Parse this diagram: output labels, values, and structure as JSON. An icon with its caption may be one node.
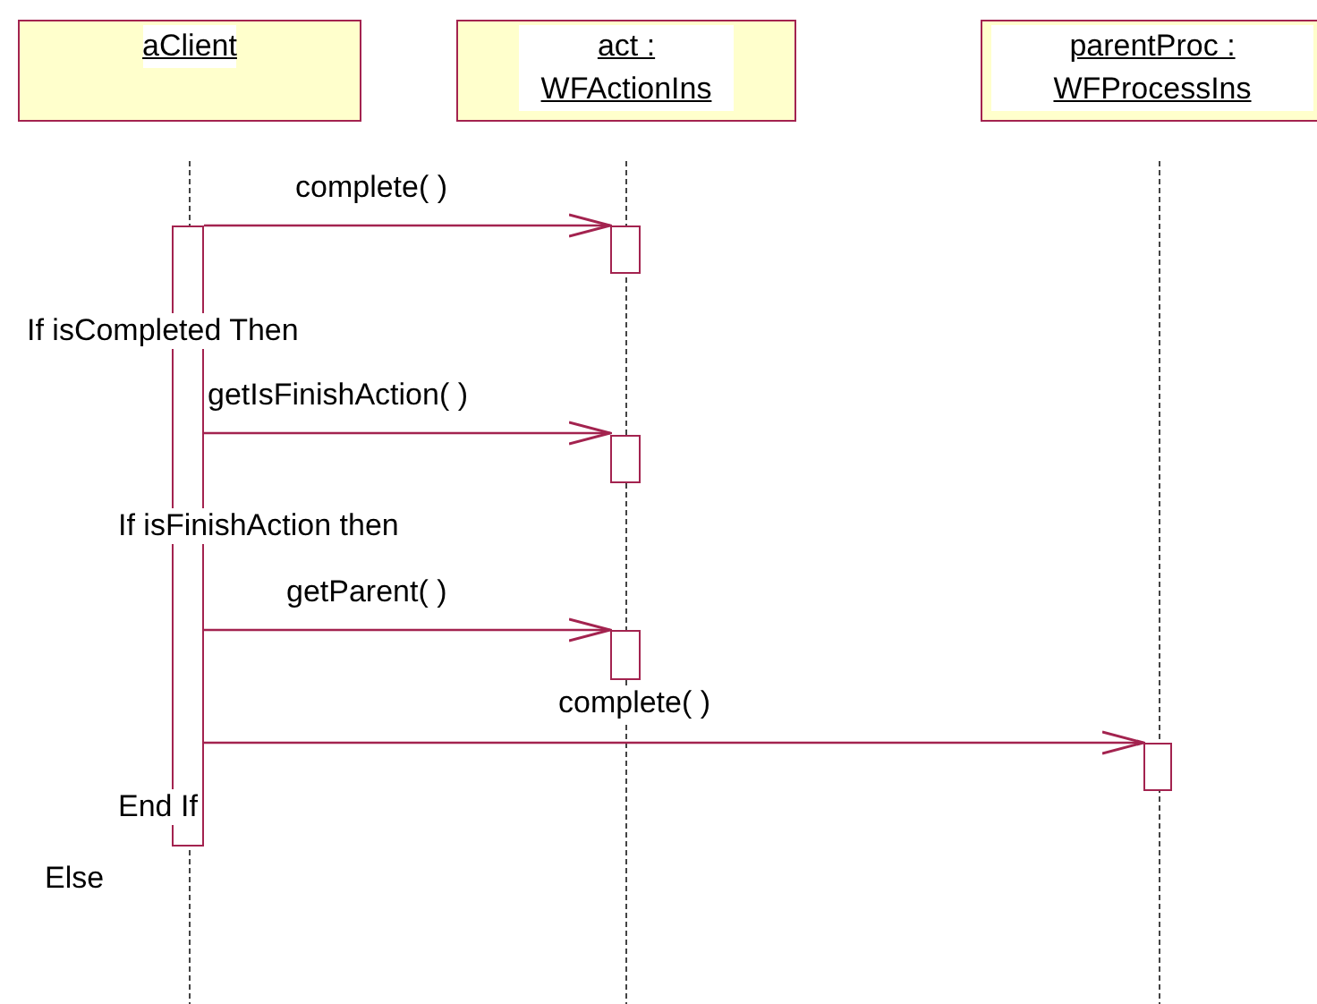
{
  "diagram": {
    "nodes": [
      {
        "text": [
          "aClient"
        ]
      },
      {
        "text": [
          "act : WFActionIns"
        ]
      },
      {
        "text": [
          "parentProc : WFProcessIns"
        ]
      },
      {
        "text": [],
        "shape": "bar"
      },
      {
        "text": [],
        "shape": "bar"
      },
      {
        "text": [],
        "shape": "bar"
      },
      {
        "text": [],
        "shape": "bar"
      },
      {
        "text": [],
        "shape": "bar"
      }
    ],
    "edges": [
      {
        "from": 3,
        "to": 4,
        "arrow": "to",
        "label": "complete( )"
      },
      {
        "from": 3,
        "to": 5,
        "arrow": "to",
        "label": "getIsFinishAction( )"
      },
      {
        "from": 3,
        "to": 6,
        "arrow": "to",
        "label": "getParent( )"
      },
      {
        "from": 3,
        "to": 7,
        "arrow": "to",
        "label": "complete( )"
      }
    ],
    "labels": [
      "If isCompleted Then",
      "If isFinishAction then",
      "End If",
      "Else"
    ]
  }
}
